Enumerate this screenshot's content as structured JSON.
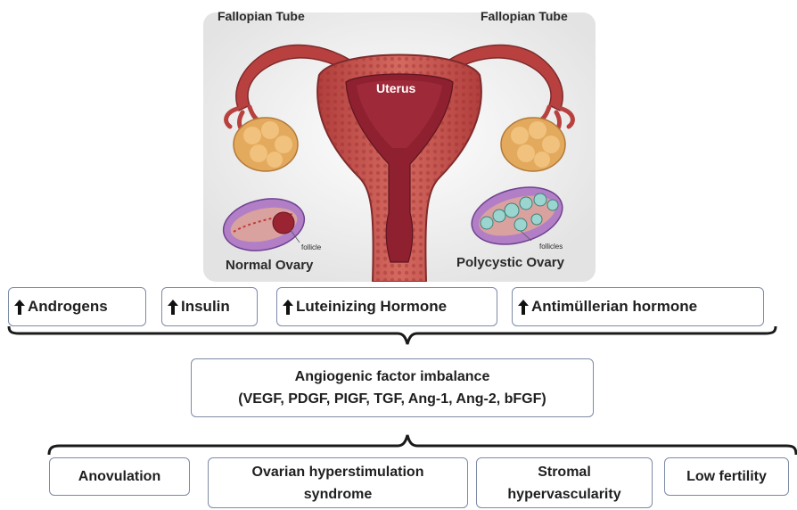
{
  "illustration": {
    "labels": {
      "fallopian_left": "Fallopian Tube",
      "fallopian_right": "Fallopian Tube",
      "uterus": "Uterus",
      "normal_ovary": "Normal Ovary",
      "polycystic_ovary": "Polycystic Ovary",
      "follicle": "follicle",
      "follicles": "follicles"
    }
  },
  "factors": [
    {
      "label": "Androgens",
      "icon": "up-arrow-icon"
    },
    {
      "label": "Insulin",
      "icon": "up-arrow-icon"
    },
    {
      "label": "Luteinizing Hormone",
      "icon": "up-arrow-icon"
    },
    {
      "label": "Antimüllerian hormone",
      "icon": "up-arrow-icon"
    }
  ],
  "center_box": {
    "line1": "Angiogenic factor imbalance",
    "line2": "(VEGF, PDGF, PIGF, TGF, Ang-1, Ang-2, bFGF)"
  },
  "outcomes": [
    {
      "line1": "Anovulation",
      "line2": ""
    },
    {
      "line1": "Ovarian hyperstimulation",
      "line2": "syndrome"
    },
    {
      "line1": "Stromal",
      "line2": "hypervascularity"
    },
    {
      "line1": "Low fertility",
      "line2": ""
    }
  ],
  "colors": {
    "box_border": "#7d8aa6",
    "uterus_wall": "#c2504b",
    "uterus_inner": "#8e2030",
    "ovary": "#e9b66b",
    "normal_ovary_fill": "#b27fc7",
    "polycystic_fill": "#9ad6cf"
  }
}
